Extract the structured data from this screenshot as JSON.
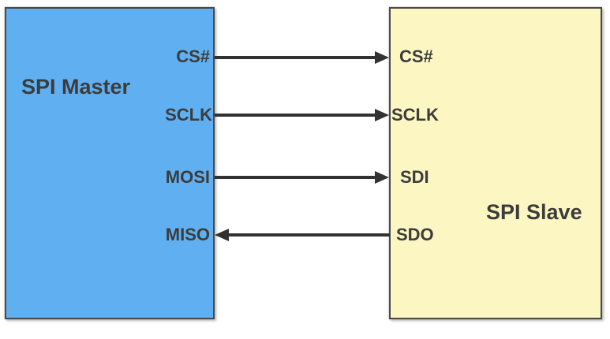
{
  "master": {
    "title": "SPI Master",
    "pins": [
      {
        "label": "CS#"
      },
      {
        "label": "SCLK"
      },
      {
        "label": "MOSI"
      },
      {
        "label": "MISO"
      }
    ]
  },
  "slave": {
    "title": "SPI Slave",
    "pins": [
      {
        "label": "CS#"
      },
      {
        "label": "SCLK"
      },
      {
        "label": "SDI"
      },
      {
        "label": "SDO"
      }
    ]
  },
  "connections": [
    {
      "from": "CS#",
      "to": "CS#",
      "direction": "master-to-slave"
    },
    {
      "from": "SCLK",
      "to": "SCLK",
      "direction": "master-to-slave"
    },
    {
      "from": "MOSI",
      "to": "SDI",
      "direction": "master-to-slave"
    },
    {
      "from": "SDO",
      "to": "MISO",
      "direction": "slave-to-master"
    }
  ],
  "colors": {
    "master_fill": "#60B0F1",
    "slave_fill": "#FCF7C2",
    "border": "#494949",
    "arrow": "#323232",
    "text": "#3C3C3C"
  }
}
